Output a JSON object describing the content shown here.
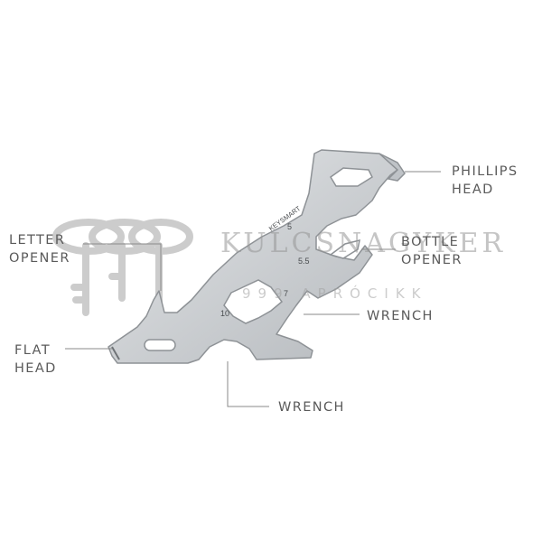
{
  "labels": {
    "phillips_head": [
      "PHILLIPS",
      "HEAD"
    ],
    "letter_opener": [
      "LETTER",
      "OPENER"
    ],
    "bottle_opener": [
      "BOTTLE",
      "OPENER"
    ],
    "wrench_upper": [
      "WRENCH"
    ],
    "flat_head": [
      "FLAT",
      "HEAD"
    ],
    "wrench_lower": [
      "WRENCH"
    ]
  },
  "tool_engravings": {
    "brand": "KEYSMART",
    "sizes": [
      "5",
      "5.5",
      "7",
      "10"
    ]
  },
  "watermark": {
    "name": "KULCSNAGYKER",
    "tagline": "999 APRÓCIKK"
  },
  "colors": {
    "label_text": "#5a5a5a",
    "leader_line": "#8a8a8a",
    "tool_steel": "#cfd2d5",
    "tool_edge": "#8e9296",
    "watermark": "#9a9a9a"
  }
}
